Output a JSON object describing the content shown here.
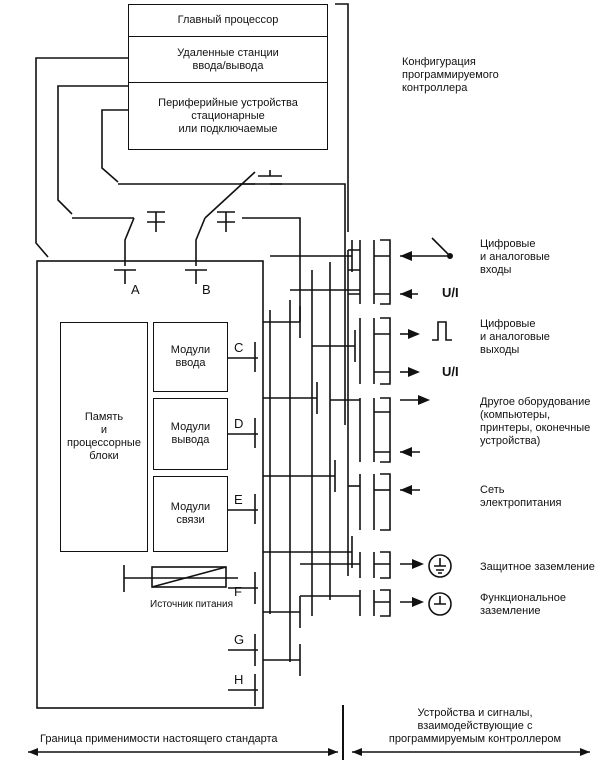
{
  "config_stack": {
    "main_cpu": "Главный процессор",
    "remote_io": "Удаленные станции\nввода/вывода",
    "peripherals": "Периферийные устройства\nстационарные\nили подключаемые"
  },
  "config_label": "Конфигурация\nпрограммируемого\nконтроллера",
  "main_block": {
    "memory": "Память\nи\nпроцессорные\nблоки",
    "input_modules": "Модули\nввода",
    "output_modules": "Модули\nвывода",
    "comm_modules": "Модули\nсвязи",
    "power_supply": "Источник питания"
  },
  "port_letters": {
    "a": "A",
    "b": "B",
    "c": "C",
    "d": "D",
    "e": "E",
    "f": "F",
    "g": "G",
    "h": "H"
  },
  "right_labels": {
    "digital_analog_inputs": "Цифровые\nи аналоговые\nвходы",
    "ui_1": "U/I",
    "digital_analog_outputs": "Цифровые\nи аналоговые\nвыходы",
    "ui_2": "U/I",
    "other_equipment": "Другое оборудование\n(компьютеры,\nпринтеры, оконечные\nустройства)",
    "power_network": "Сеть\nэлектропитания",
    "protective_earth": "Защитное заземление",
    "functional_earth": "Функциональное\nзаземление"
  },
  "bottom": {
    "standard_scope": "Граница применимости настоящего стандарта",
    "interacting_devices": "Устройства и сигналы,\nвзаимодействующие с\nпрограммируемым контроллером"
  }
}
